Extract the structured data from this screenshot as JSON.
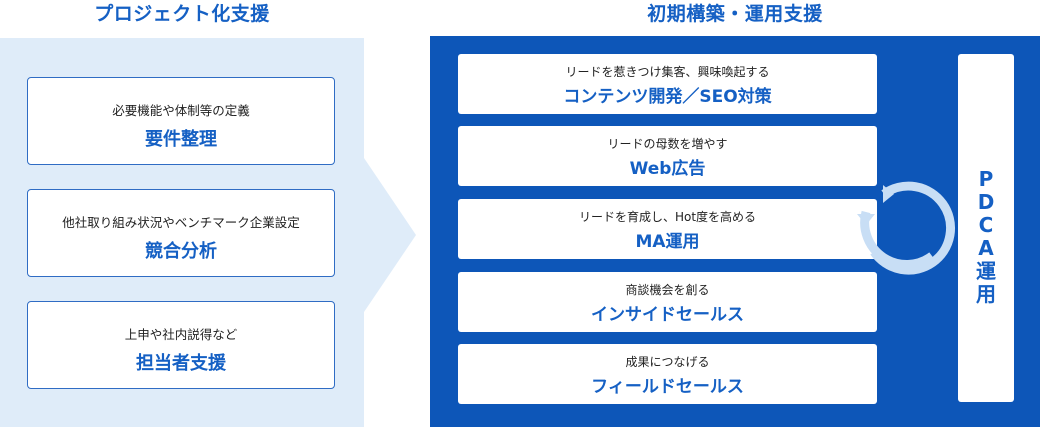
{
  "left": {
    "title": "プロジェクト化支援",
    "cards": [
      {
        "sub": "必要機能や体制等の定義",
        "main": "要件整理"
      },
      {
        "sub": "他社取り組み状況やベンチマーク企業設定",
        "main": "競合分析"
      },
      {
        "sub": "上申や社内説得など",
        "main": "担当者支援"
      }
    ]
  },
  "right": {
    "title": "初期構築・運用支援",
    "cards": [
      {
        "sub": "リードを惹きつけ集客、興味喚起する",
        "main": "コンテンツ開発／SEO対策"
      },
      {
        "sub": "リードの母数を増やす",
        "main": "Web広告"
      },
      {
        "sub": "リードを育成し、Hot度を高める",
        "main": "MA運用"
      },
      {
        "sub": "商談機会を創る",
        "main": "インサイドセールス"
      },
      {
        "sub": "成果につなげる",
        "main": "フィールドセールス"
      }
    ],
    "pdca": "P\nD\nC\nA\n運\n用"
  },
  "colors": {
    "accent": "#1560c4",
    "panel_dark": "#0d56b8",
    "panel_light": "#dfecf9",
    "cycle": "#c8def5"
  }
}
